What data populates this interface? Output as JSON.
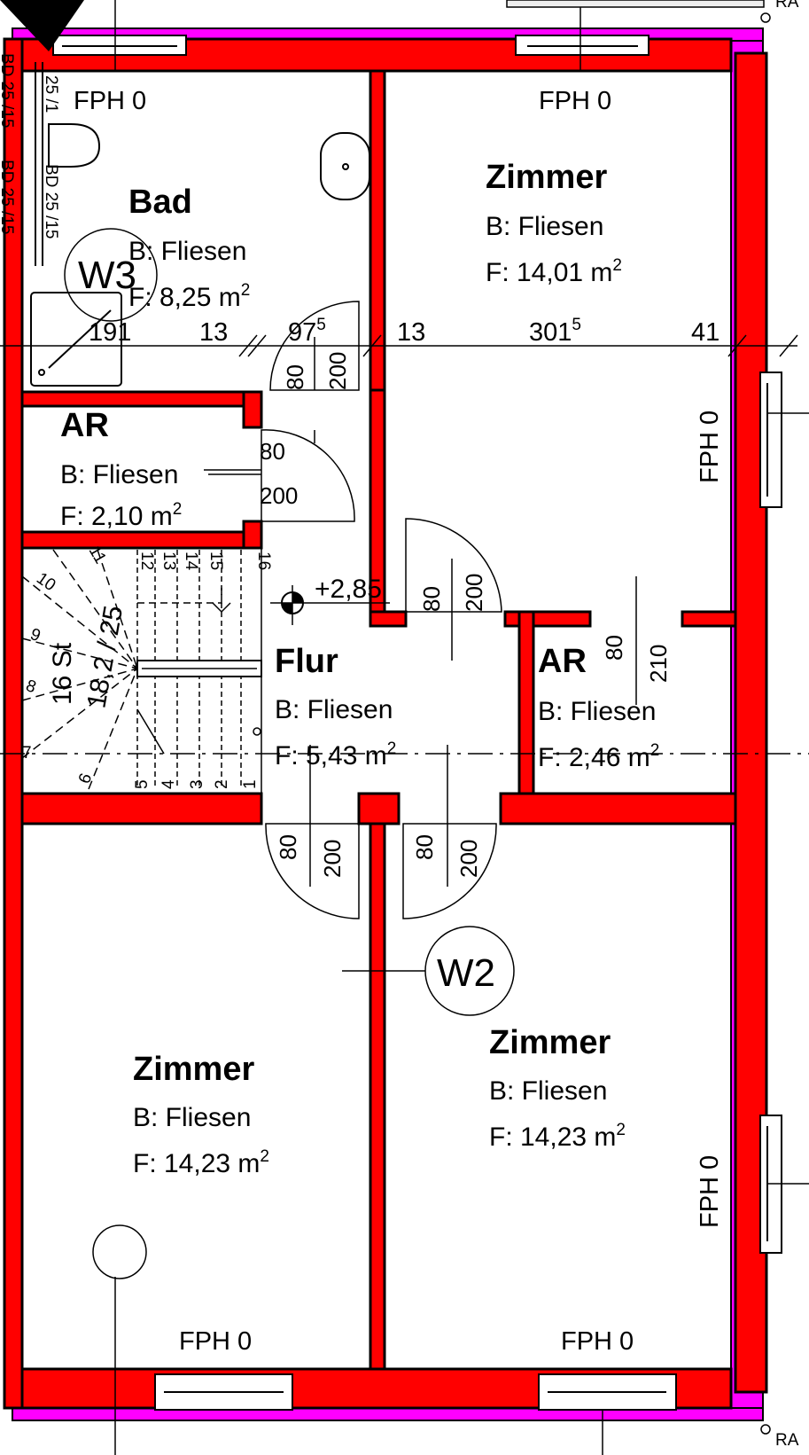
{
  "colors": {
    "wall": "#ff0000",
    "insulation": "#ff00ff",
    "line": "#000000",
    "background": "#ffffff"
  },
  "rooms": {
    "bad": {
      "name": "Bad",
      "floor": "B: Fliesen",
      "area_prefix": "F: 8,25 m",
      "area_sup": "2"
    },
    "zimmer_ne": {
      "name": "Zimmer",
      "floor": "B: Fliesen",
      "area_prefix": "F: 14,01 m",
      "area_sup": "2"
    },
    "ar_w": {
      "name": "AR",
      "floor": "B: Fliesen",
      "area_prefix": "F: 2,10 m",
      "area_sup": "2"
    },
    "flur": {
      "name": "Flur",
      "floor": "B: Fliesen",
      "area_prefix": "F: 5,43 m",
      "area_sup": "2"
    },
    "ar_e": {
      "name": "AR",
      "floor": "B: Fliesen",
      "area_prefix": "F: 2,46 m",
      "area_sup": "2"
    },
    "zimmer_sw": {
      "name": "Zimmer",
      "floor": "B: Fliesen",
      "area_prefix": "F: 14,23 m",
      "area_sup": "2"
    },
    "zimmer_se": {
      "name": "Zimmer",
      "floor": "B: Fliesen",
      "area_prefix": "F: 14,23 m",
      "area_sup": "2"
    }
  },
  "window_labels": {
    "bad_top": "FPH 0",
    "zimmer_ne_top": "FPH 0",
    "zimmer_ne_right": "FPH 0",
    "zimmer_se_right": "FPH 0",
    "zimmer_sw_bottom": "FPH 0",
    "zimmer_se_bottom": "FPH 0"
  },
  "dimensions": {
    "d1": "191",
    "d2": "13",
    "d3_base": "97",
    "d3_sup": "5",
    "d4": "13",
    "d5_base": "301",
    "d5_sup": "5",
    "d6": "41"
  },
  "doors": {
    "bad_width": "80",
    "bad_height": "200",
    "ar_w_width": "80",
    "ar_w_height": "200",
    "flur_n_width": "80",
    "flur_n_height": "200",
    "ar_e_width": "80",
    "ar_e_height": "210",
    "sw_width": "80",
    "sw_height": "200",
    "se_width": "80",
    "se_height": "200"
  },
  "level": "+2,85",
  "stair": {
    "label": "16 St",
    "ratio": "18,2 / 25",
    "steps": [
      "1",
      "2",
      "3",
      "4",
      "5",
      "6",
      "7",
      "8",
      "9",
      "10",
      "11",
      "12",
      "13",
      "14",
      "15",
      "16"
    ]
  },
  "wall_tags": [
    "W3",
    "W2"
  ],
  "left_edge_text": [
    "BD 25 /15",
    "BD 25 /15"
  ],
  "bad_fixtures_text": [
    "25 /1",
    "BD 25 /15"
  ],
  "corner_text": [
    "RA",
    "RA"
  ]
}
